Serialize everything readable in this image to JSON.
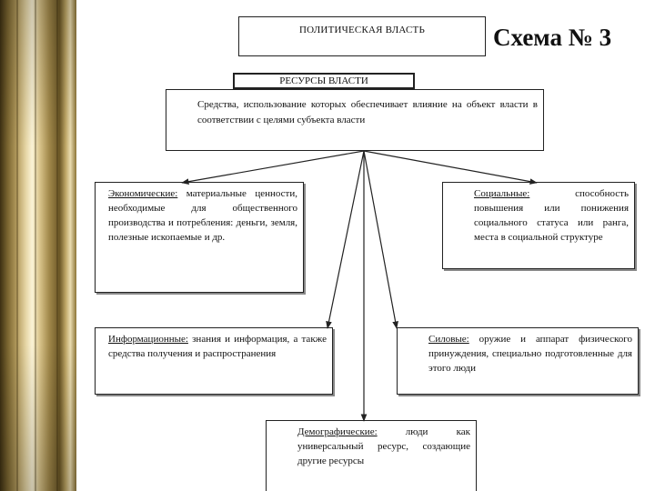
{
  "top_box": {
    "text": "ПОЛИТИЧЕСКАЯ ВЛАСТЬ"
  },
  "scheme_title": "Схема № 3",
  "resources_box": {
    "text": "РЕСУРСЫ ВЛАСТИ"
  },
  "definition_box": {
    "text": "Средства, использование которых обеспечивает влияние на объект власти в соответствии с целями субъекта власти"
  },
  "economic": {
    "label": "Экономические:",
    "text": " материальные ценности, необходимые для общественного производства и потребления: деньги, земля, полезные ископаемые и др."
  },
  "social": {
    "label": "Социальные:",
    "text": " способность повышения или понижения социального статуса или ранга, места в социальной структуре"
  },
  "informational": {
    "label": "Информационные:",
    "text": " знания и информация, а также средства получения и распространения"
  },
  "force": {
    "label": "Силовые:",
    "text": " оружие и аппарат физического принуждения, специально подготовленные для этого люди"
  },
  "demographic": {
    "label": "Демографические:",
    "text": " люди как универсальный ресурс, создающие другие ресурсы"
  },
  "colors": {
    "pillar": "#b49c5e",
    "border": "#222222",
    "text": "#111111"
  }
}
